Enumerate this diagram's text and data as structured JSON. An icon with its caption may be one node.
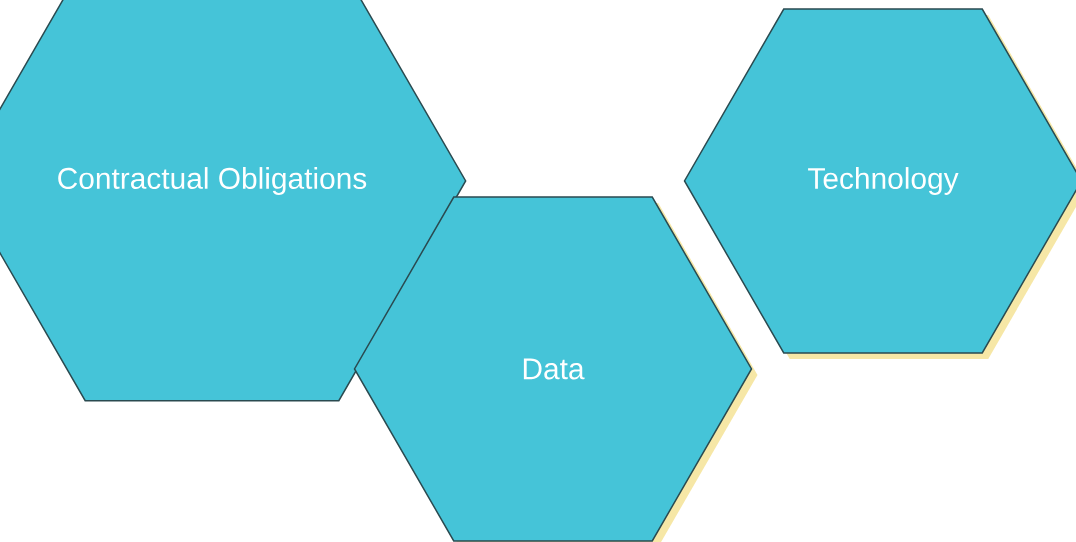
{
  "diagram": {
    "nodes": [
      {
        "text": [
          "Contractual Obligations"
        ]
      },
      {
        "text": [
          "Data"
        ]
      },
      {
        "text": [
          "Technology"
        ]
      }
    ]
  }
}
